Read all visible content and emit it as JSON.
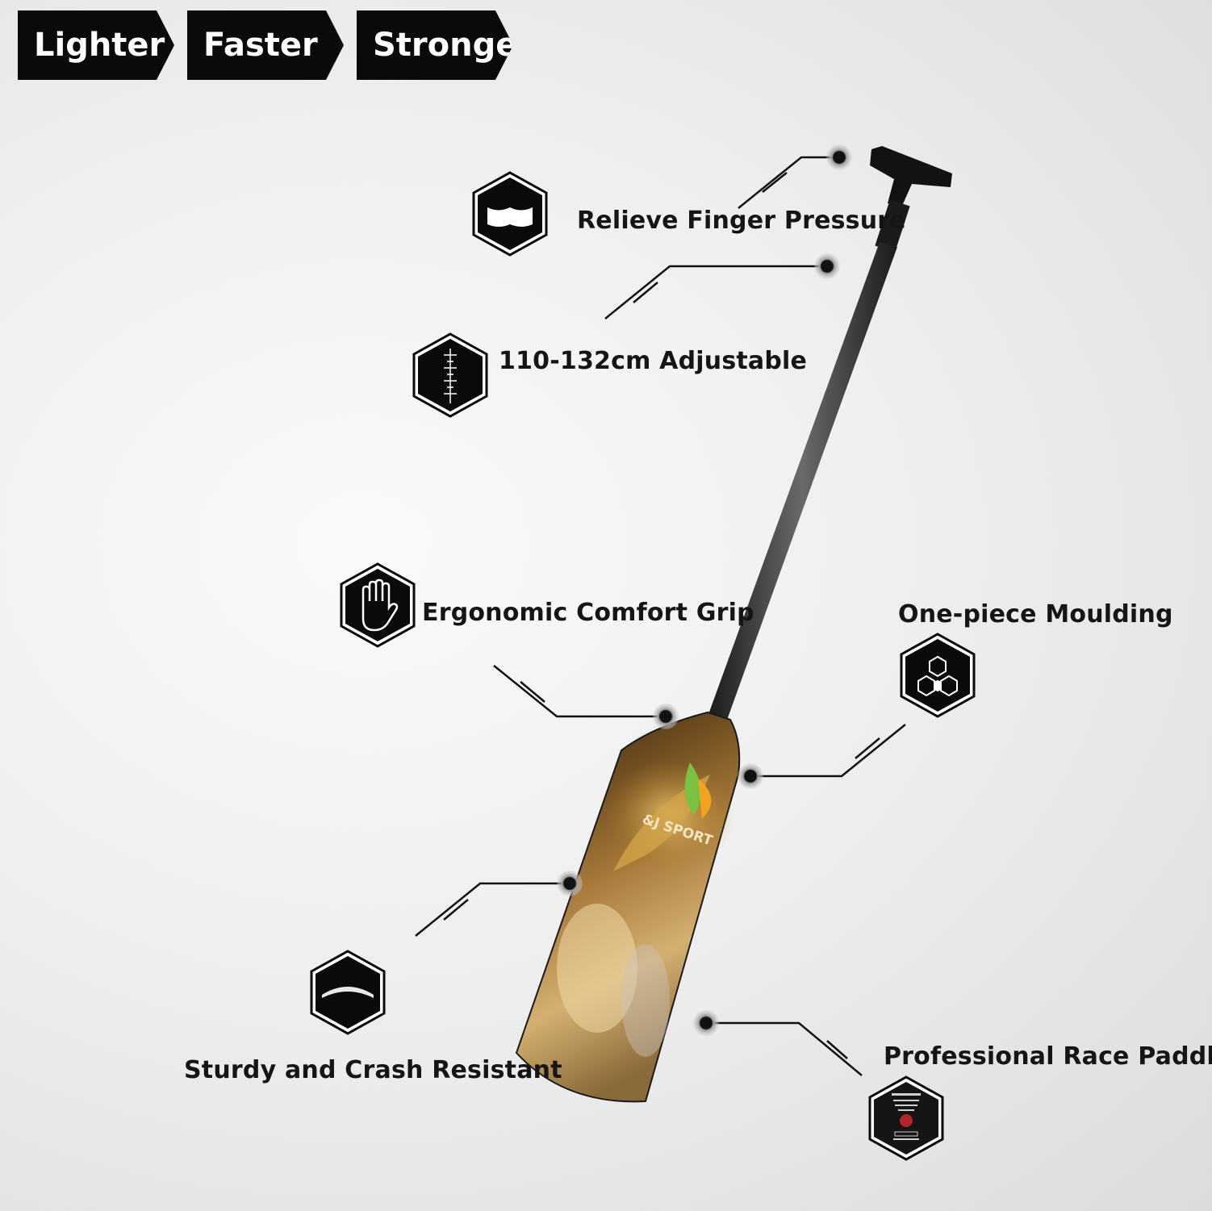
{
  "tags": [
    "Lighter",
    "Faster",
    "Stronger"
  ],
  "features": {
    "finger_pressure": "Relieve Finger Pressure",
    "adjustable": "110-132cm Adjustable",
    "grip": "Ergonomic Comfort Grip",
    "moulding": "One-piece Moulding",
    "sturdy": "Sturdy and Crash Resistant",
    "race": "Professional Race Paddles"
  },
  "blade_brand": "&J SPORT",
  "icons": [
    "finger-rest-icon",
    "ruler-icon",
    "hand-icon",
    "honeycomb-icon",
    "curved-arc-icon",
    "certificate-icon"
  ],
  "colors": {
    "dark": "#0a0a0a",
    "text": "#151515",
    "gold": "#c9962e"
  }
}
